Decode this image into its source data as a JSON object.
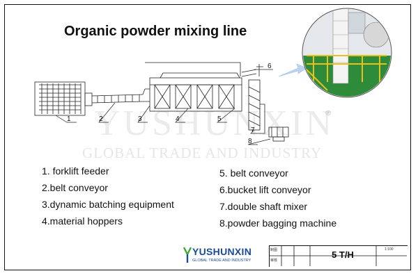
{
  "title": "Organic powder mixing line",
  "callouts": [
    "1",
    "2",
    "3",
    "4",
    "5",
    "6",
    "7",
    "8"
  ],
  "legend_left": [
    "1. forklift feeder",
    "2.belt conveyor",
    "3.dynamic batching equipment",
    "4.material hoppers"
  ],
  "legend_right": [
    "5. belt conveyor",
    "6.bucket lift conveyor",
    "7.double shaft mixer",
    "8.powder bagging machine"
  ],
  "title_block": {
    "capacity": "5 T/H",
    "cell_a": "制图",
    "cell_b": "审核",
    "scale": "1:100"
  },
  "watermark": {
    "brand": "YUSHUNXIN",
    "tagline": "GLOBAL TRADE AND INDUSTRY"
  },
  "logo": {
    "brand": "YUSHUNXIN",
    "tagline": "GLOBAL TRADE AND INDUSTRY"
  },
  "colors": {
    "line": "#222222",
    "logo_blue": "#1a4a9a",
    "logo_green": "#3aa935",
    "inset_green": "#2e8b3a",
    "inset_yellow": "#e8c21a",
    "arrow_blue": "#bcd4ee"
  }
}
